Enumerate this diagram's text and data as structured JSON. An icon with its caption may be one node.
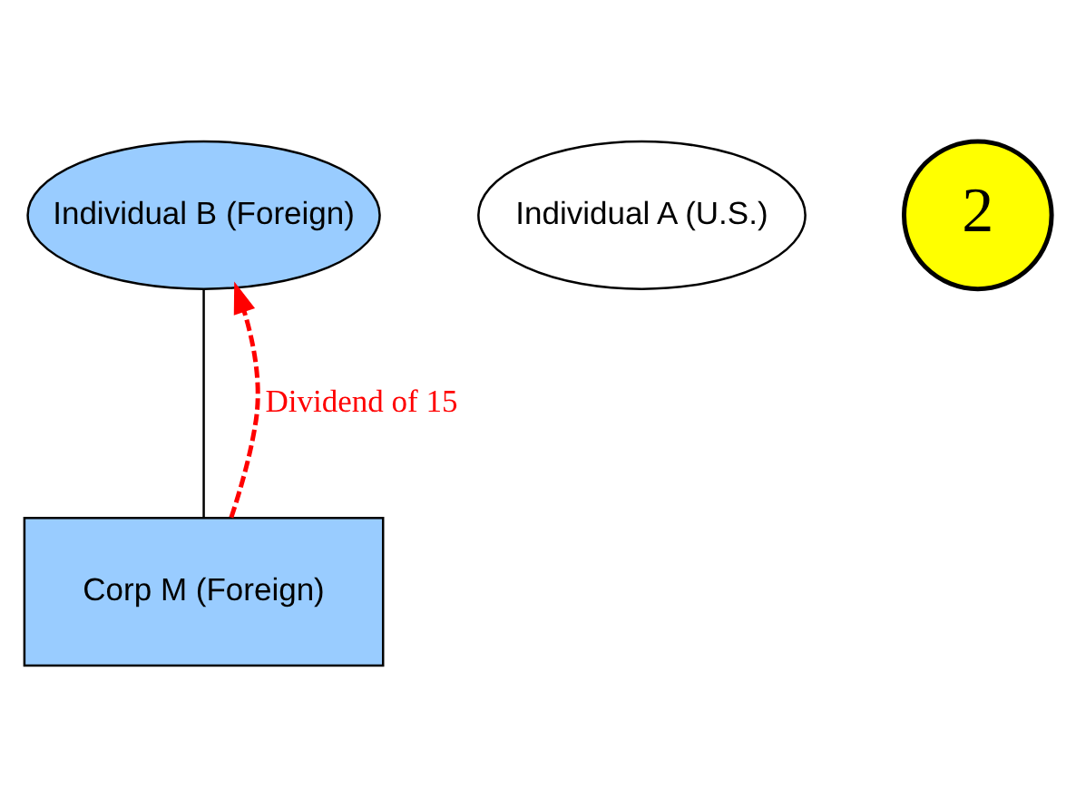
{
  "diagram": {
    "nodes": [
      {
        "text": [
          "Individual B (Foreign)"
        ]
      },
      {
        "text": [
          "Individual A (U.S.)"
        ]
      },
      {
        "text": [
          "2"
        ]
      },
      {
        "text": [
          "Corp M (Foreign)"
        ]
      }
    ],
    "edges": [
      {
        "from": 0,
        "to": 3,
        "arrow": "none"
      },
      {
        "from": 3,
        "to": 0,
        "arrow": "to",
        "label": "Dividend of 15",
        "style": "dashed",
        "color": "#ff0000"
      }
    ]
  }
}
